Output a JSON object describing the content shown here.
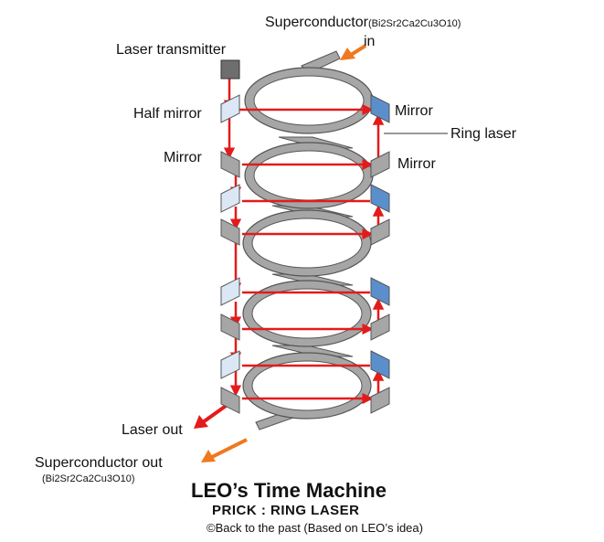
{
  "labels": {
    "superconductor_in_name": "Superconductor",
    "superconductor_in_formula": "(Bi2Sr2Ca2Cu3O10)",
    "superconductor_in_suffix": "in",
    "laser_transmitter": "Laser transmitter",
    "half_mirror": "Half mirror",
    "mirror_right": "Mirror",
    "ring_laser": "Ring laser",
    "mirror_left": "Mirror",
    "mirror_right_2": "Mirror",
    "laser_out": "Laser out",
    "superconductor_out": "Superconductor out",
    "superconductor_out_formula": "(Bi2Sr2Ca2Cu3O10)"
  },
  "caption": {
    "title": "LEO’s Time Machine",
    "subtitle": "PRICK : RING LASER",
    "copyright": "©Back to the past (Based on LEO’s idea)"
  },
  "colors": {
    "laser": "#e41b1b",
    "coil": "#a6a6a6",
    "coil_edge": "#555555",
    "mirror": "#a6a6a6",
    "half_mirror": "#dbe7f5",
    "blue_mirror": "#5b8fcc",
    "superconductor_arrow": "#f07820",
    "transmitter": "#6e6e6e"
  },
  "icons": {
    "laser_transmitter": "square-icon",
    "arrows": "arrow-icon"
  }
}
